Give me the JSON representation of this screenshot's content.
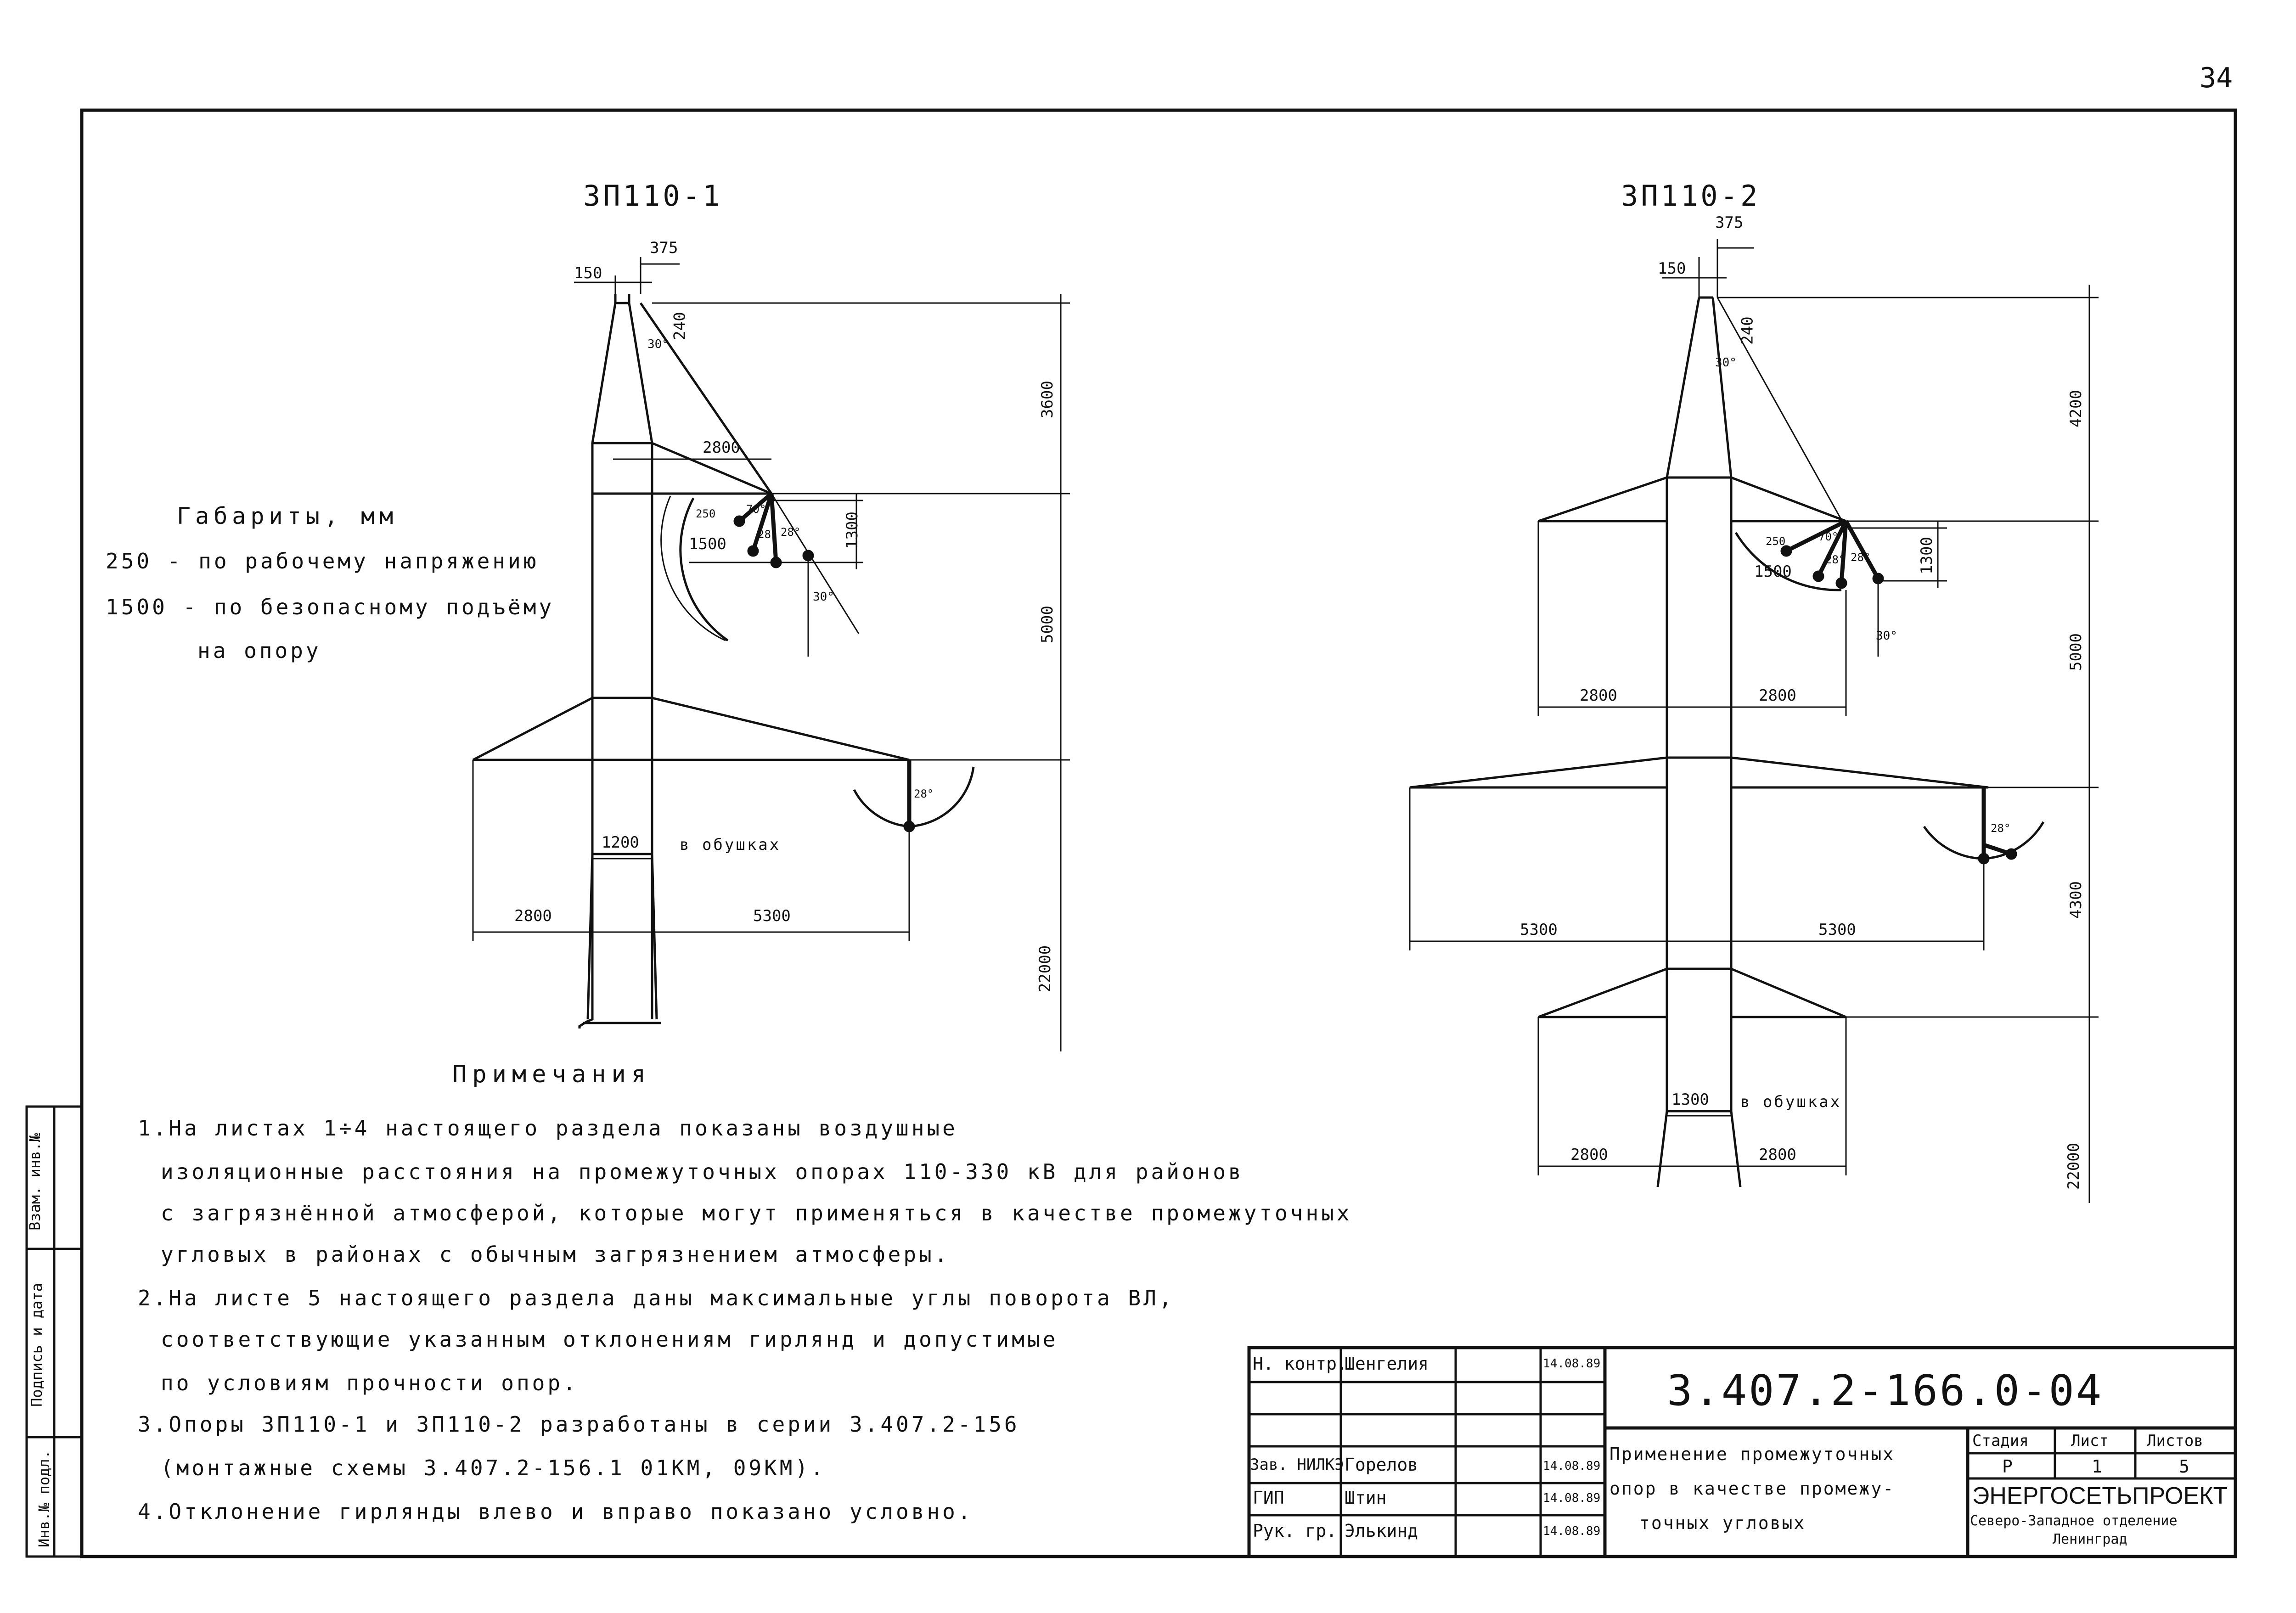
{
  "page_number": "34",
  "towers": [
    {
      "title": "ЗП110-1",
      "dims": {
        "top_offset": "375",
        "top_width": "150",
        "insulator_top": "240",
        "angle_top": "30°",
        "cross_span": "2800",
        "h_upper": "3600",
        "h_middle": "5000",
        "h_lower": "22000",
        "swing_radius": "1500",
        "swing_height": "1300",
        "angle_70": "70°",
        "angle_28a": "28°",
        "angle_28b": "28°",
        "angle_30": "30°",
        "angle_28c": "28°",
        "base_width": "1200",
        "base_note": "в обушках",
        "arm_left": "2800",
        "arm_right": "5300",
        "swing_250": "250"
      }
    },
    {
      "title": "ЗП110-2",
      "dims": {
        "top_offset": "375",
        "top_width": "150",
        "insulator_top": "240",
        "angle_top": "30°",
        "h_upper": "4200",
        "h_middle": "5000",
        "h_lower_arm": "4300",
        "h_lower": "22000",
        "swing_radius": "1500",
        "swing_height": "1300",
        "angle_70": "70°",
        "angle_28a": "28°",
        "angle_28b": "28°",
        "angle_30": "30°",
        "angle_28c": "28°",
        "upper_left": "2800",
        "upper_right": "2800",
        "mid_left": "5300",
        "mid_right": "5300",
        "base_width": "1300",
        "base_note": "в обушках",
        "low_left": "2800",
        "low_right": "2800",
        "swing_250": "250"
      }
    }
  ],
  "gabarity": {
    "title": "Габариты, мм",
    "lines": [
      "250  - по рабочему напряжению",
      "1500 - по безопасному подъёму",
      "на опору"
    ]
  },
  "notes": {
    "title": "Примечания",
    "lines": [
      "1.На листах  1÷4  настоящего  раздела  показаны  воздушные",
      "изоляционные  расстояния  на  промежуточных  опорах 110-330 кВ  для районов",
      "с загрязнённой  атмосферой, которые могут применяться в качестве  промежуточных",
      "угловых  в  районах  с  обычным  загрязнением  атмосферы.",
      "2.На листе 5  настоящего  раздела  даны  максимальные  углы  поворота ВЛ,",
      "соответствующие  указанным  отклонениям  гирлянд  и  допустимые",
      "по условиям  прочности  опор.",
      "3.Опоры  ЗП110-1 и ЗП110-2  разработаны  в  серии  3.407.2-156",
      "(монтажные  схемы  3.407.2-156.1  01КМ,  09КМ).",
      "4.Отклонение  гирлянды  влево  и  вправо  показано  условно."
    ]
  },
  "side_stamp": [
    "Инв.№ подл.",
    "Подпись и дата",
    "Взам. инв.№"
  ],
  "title_block": {
    "doc_code": "3.407.2-166.0-04",
    "title_lines": [
      "Применение  промежуточных",
      "опор в качестве  промежу-",
      "точных  угловых"
    ],
    "stage_header": "Стадия",
    "sheet_header": "Лист",
    "sheets_header": "Листов",
    "stage": "Р",
    "sheet": "1",
    "sheets": "5",
    "org_name": "ЭНЕРГОСЕТЬПРОЕКТ",
    "org_sub1": "Северо-Западное отделение",
    "org_sub2": "Ленинград",
    "rows": [
      {
        "role": "Н. контр.",
        "name": "Шенгелия",
        "date": "14.08.89"
      },
      {
        "role": "",
        "name": "",
        "date": ""
      },
      {
        "role": "",
        "name": "",
        "date": ""
      },
      {
        "role": "Зав. НИЛКЭ",
        "name": "Горелов",
        "date": "14.08.89"
      },
      {
        "role": "ГИП",
        "name": "Штин",
        "date": "14.08.89"
      },
      {
        "role": "Рук. гр.",
        "name": "Элькинд",
        "date": "14.08.89"
      }
    ]
  }
}
